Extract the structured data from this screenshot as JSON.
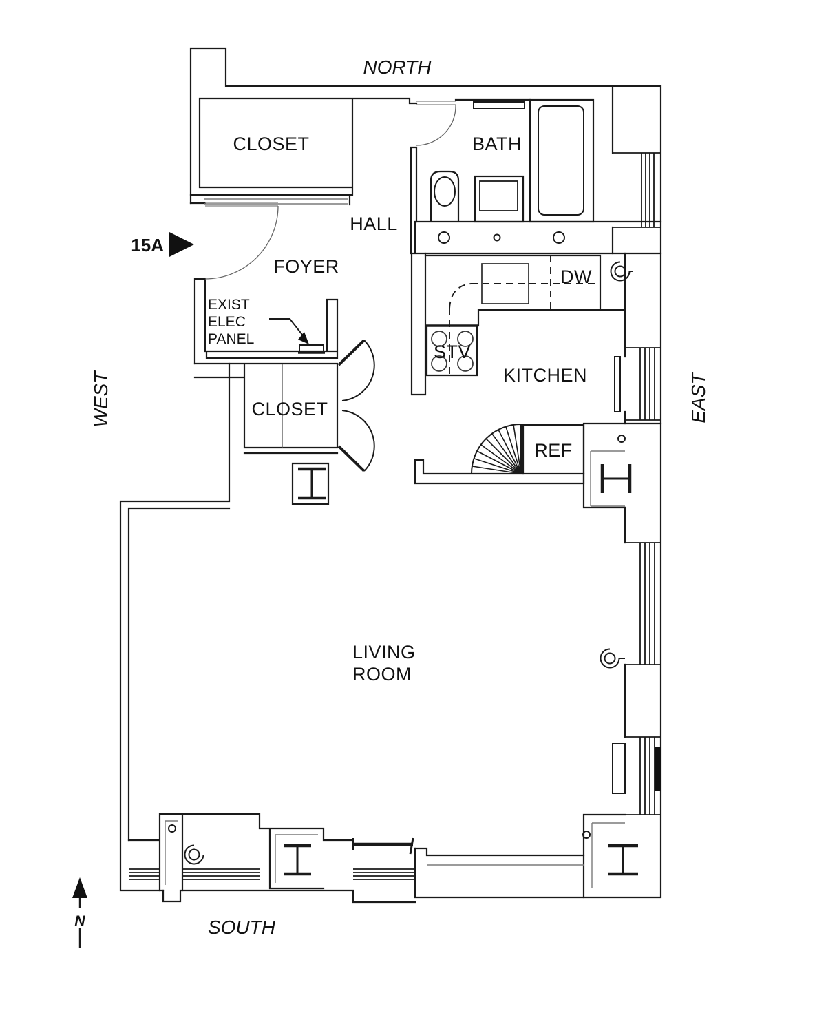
{
  "orientation": {
    "north": "NORTH",
    "south": "SOUTH",
    "east": "EAST",
    "west": "WEST"
  },
  "compass": {
    "letter": "N"
  },
  "unit": {
    "label": "15A"
  },
  "rooms": {
    "closet_north": "CLOSET",
    "bath": "BATH",
    "hall": "HALL",
    "foyer": "FOYER",
    "closet_foyer": "CLOSET",
    "kitchen": "KITCHEN",
    "living_room": {
      "line1": "LIVING",
      "line2": "ROOM"
    }
  },
  "fixtures": {
    "stove": "STV",
    "dishwasher": "DW",
    "refrigerator": "REF"
  },
  "notes": {
    "elec_panel": {
      "line1": "EXIST",
      "line2": "ELEC",
      "line3": "PANEL"
    }
  },
  "colors": {
    "line": "#1a1a1a",
    "detail_line": "#7a7a7a",
    "door_line": "#999999",
    "background": "#ffffff"
  }
}
